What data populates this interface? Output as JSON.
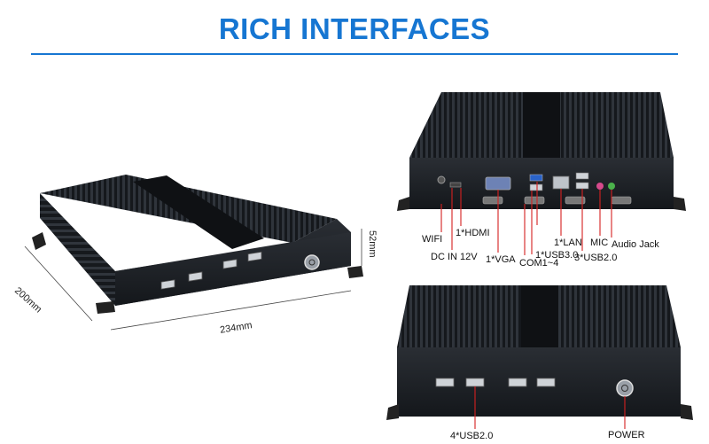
{
  "title": "RICH INTERFACES",
  "dimensions": {
    "depth": "200mm",
    "width": "234mm",
    "height": "52mm"
  },
  "rear_labels": {
    "wifi": "WIFI",
    "dc_in": "DC IN 12V",
    "hdmi": "1*HDMI",
    "vga": "1*VGA",
    "com": "COM1~4",
    "usb3": "1*USB3.0",
    "lan": "1*LAN",
    "usb2": "3*USB2.0",
    "mic": "MIC",
    "audio": "Audio Jack"
  },
  "front_labels": {
    "usb2": "4*USB2.0",
    "power": "POWER"
  },
  "colors": {
    "accent": "#1676d2",
    "callout": "#d62020",
    "chassis": "#1c1f24"
  }
}
